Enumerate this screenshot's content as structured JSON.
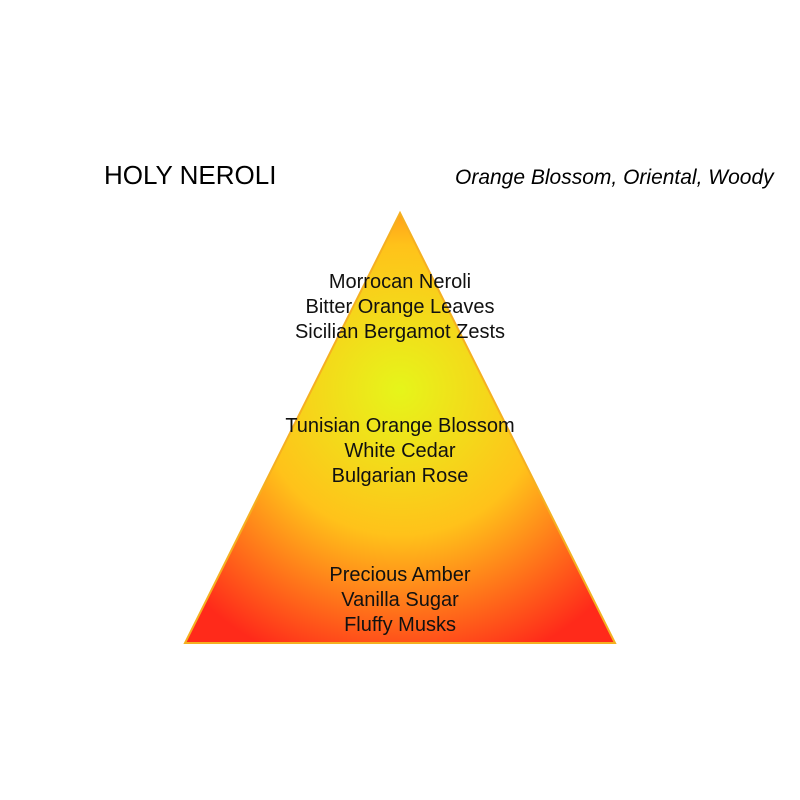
{
  "title": "HOLY NEROLI",
  "subtitle": "Orange Blossom, Oriental, Woody",
  "pyramid": {
    "top_notes": [
      "Morrocan Neroli",
      "Bitter Orange Leaves",
      "Sicilian Bergamot Zests"
    ],
    "heart_notes": [
      "Tunisian Orange Blossom",
      "White Cedar",
      "Bulgarian Rose"
    ],
    "base_notes": [
      "Precious Amber",
      "Vanilla Sugar",
      "Fluffy Musks"
    ],
    "colors": {
      "center": "#e6f51a",
      "mid": "#ffc21a",
      "edge": "#ff2a1a",
      "stroke": "#f5b020"
    }
  }
}
